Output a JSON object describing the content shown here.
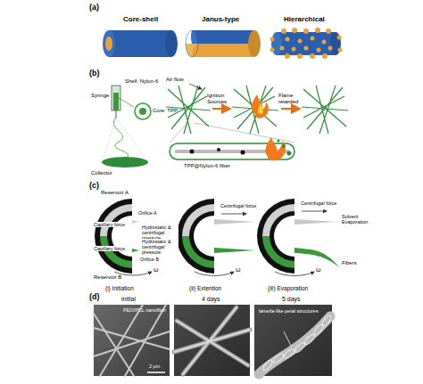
{
  "diagram": {
    "labels": [
      "(a)",
      "Core-shell",
      "Janus-type",
      "Hierarchical",
      "(b)",
      "Syringe",
      "Shell: Nylon-6",
      "Core: TPP",
      "Collector",
      "Air flow",
      "Ignition Sources",
      "Flame retarded",
      "TPP@Nylon-6 fiber",
      "(c)",
      "Reservoir A",
      "Orifice A",
      "Capillary force",
      "Hydrostatic & centrifugal pressure",
      "Capillary force",
      "Hydrostatic & centrifugal pressure",
      "Orifice B",
      "Reservoir B",
      "ω",
      "Centrifugal force",
      "ω",
      "Centrifugal force",
      "Solvent Evaporation",
      "Fibers",
      "ω",
      "(i) Initiation",
      "(ii) Extention",
      "(iii) Evaporation",
      "(d)",
      "initial",
      "4 days",
      "5 days",
      "PEO/PCL nanofiber",
      "2 μm",
      "lamella-like petal structures"
    ]
  }
}
